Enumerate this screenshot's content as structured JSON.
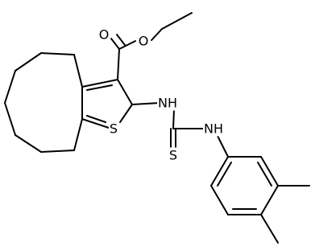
{
  "structure": {
    "bond_color": "#000000",
    "background": "#ffffff",
    "atoms": {
      "O1": "O",
      "O2": "O",
      "S": "S",
      "NH1": "NH",
      "NH2": "NH",
      "S2": "S"
    }
  }
}
